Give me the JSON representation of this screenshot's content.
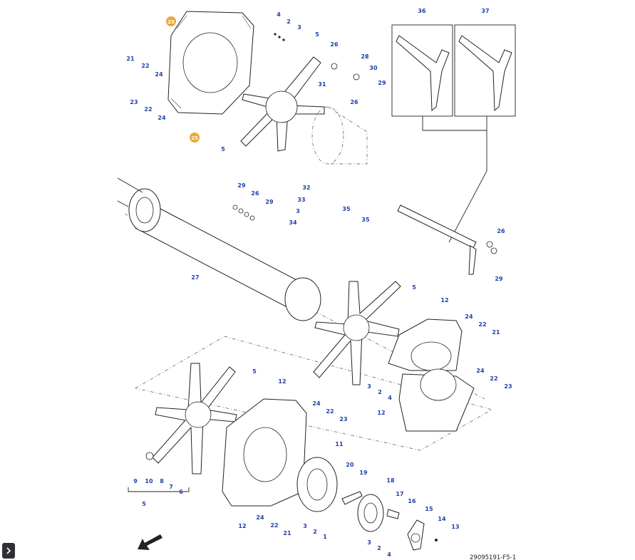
{
  "diagram": {
    "reference": "29095191-F5-1",
    "highlight_color": "#e8a83a",
    "callout_color": "#1f3fa8",
    "callouts": [
      {
        "id": "c25a",
        "label": "25",
        "highlight": true
      },
      {
        "id": "c25b",
        "label": "25",
        "highlight": true
      },
      {
        "id": "c4a",
        "label": "4"
      },
      {
        "id": "c2a",
        "label": "2"
      },
      {
        "id": "c3a",
        "label": "3"
      },
      {
        "id": "c5a",
        "label": "5"
      },
      {
        "id": "c21a",
        "label": "21"
      },
      {
        "id": "c22a",
        "label": "22"
      },
      {
        "id": "c24a",
        "label": "24"
      },
      {
        "id": "c23a",
        "label": "23"
      },
      {
        "id": "c22b",
        "label": "22"
      },
      {
        "id": "c24b",
        "label": "24"
      },
      {
        "id": "c5b",
        "label": "5"
      },
      {
        "id": "c26a",
        "label": "26"
      },
      {
        "id": "c28",
        "label": "28"
      },
      {
        "id": "c30",
        "label": "30"
      },
      {
        "id": "c31",
        "label": "31"
      },
      {
        "id": "c29a",
        "label": "29"
      },
      {
        "id": "c26b",
        "label": "26"
      },
      {
        "id": "c36",
        "label": "36"
      },
      {
        "id": "c37",
        "label": "37"
      },
      {
        "id": "c29b",
        "label": "29"
      },
      {
        "id": "c26c",
        "label": "26"
      },
      {
        "id": "c29c",
        "label": "29"
      },
      {
        "id": "c32",
        "label": "32"
      },
      {
        "id": "c33",
        "label": "33"
      },
      {
        "id": "c3b",
        "label": "3"
      },
      {
        "id": "c35a",
        "label": "35"
      },
      {
        "id": "c35b",
        "label": "35"
      },
      {
        "id": "c34",
        "label": "34"
      },
      {
        "id": "c27",
        "label": "27"
      },
      {
        "id": "c26d",
        "label": "26"
      },
      {
        "id": "c29d",
        "label": "29"
      },
      {
        "id": "c5c",
        "label": "5"
      },
      {
        "id": "c12a",
        "label": "12"
      },
      {
        "id": "c24c",
        "label": "24"
      },
      {
        "id": "c22c",
        "label": "22"
      },
      {
        "id": "c21b",
        "label": "21"
      },
      {
        "id": "c3c",
        "label": "3"
      },
      {
        "id": "c2b",
        "label": "2"
      },
      {
        "id": "c4b",
        "label": "4"
      },
      {
        "id": "c24d",
        "label": "24"
      },
      {
        "id": "c22d",
        "label": "22"
      },
      {
        "id": "c23b",
        "label": "23"
      },
      {
        "id": "c12b",
        "label": "12"
      },
      {
        "id": "c5d",
        "label": "5"
      },
      {
        "id": "c12c",
        "label": "12"
      },
      {
        "id": "c24e",
        "label": "24"
      },
      {
        "id": "c22e",
        "label": "22"
      },
      {
        "id": "c23c",
        "label": "23"
      },
      {
        "id": "c11",
        "label": "11"
      },
      {
        "id": "c20",
        "label": "20"
      },
      {
        "id": "c19",
        "label": "19"
      },
      {
        "id": "c18",
        "label": "18"
      },
      {
        "id": "c17",
        "label": "17"
      },
      {
        "id": "c16",
        "label": "16"
      },
      {
        "id": "c15",
        "label": "15"
      },
      {
        "id": "c14",
        "label": "14"
      },
      {
        "id": "c13",
        "label": "13"
      },
      {
        "id": "c9",
        "label": "9"
      },
      {
        "id": "c10",
        "label": "10"
      },
      {
        "id": "c8",
        "label": "8"
      },
      {
        "id": "c7",
        "label": "7"
      },
      {
        "id": "c6",
        "label": "6"
      },
      {
        "id": "c5e",
        "label": "5"
      },
      {
        "id": "c24f",
        "label": "24"
      },
      {
        "id": "c22f",
        "label": "22"
      },
      {
        "id": "c21c",
        "label": "21"
      },
      {
        "id": "c12d",
        "label": "12"
      },
      {
        "id": "c3d",
        "label": "3"
      },
      {
        "id": "c2c",
        "label": "2"
      },
      {
        "id": "c1",
        "label": "1"
      },
      {
        "id": "c3e",
        "label": "3"
      },
      {
        "id": "c2d",
        "label": "2"
      },
      {
        "id": "c4c",
        "label": "4"
      }
    ]
  }
}
